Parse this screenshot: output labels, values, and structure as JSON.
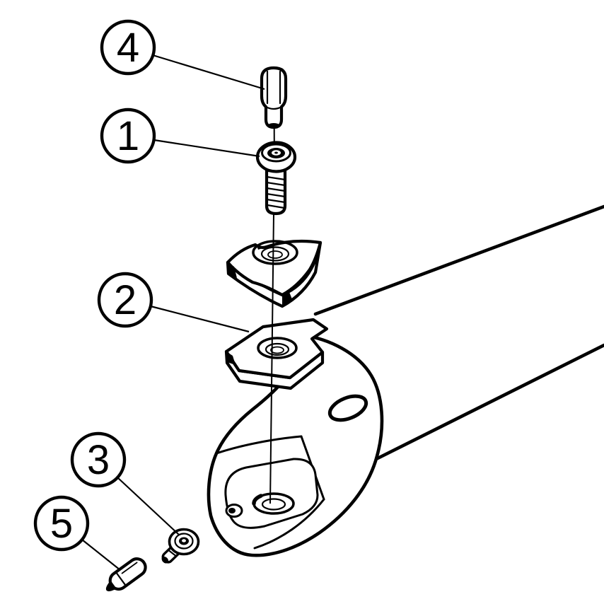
{
  "background": "#ffffff",
  "ink": "#000000",
  "callouts": [
    {
      "label": "4"
    },
    {
      "label": "1"
    },
    {
      "label": "2"
    },
    {
      "label": "3"
    },
    {
      "label": "5"
    }
  ]
}
